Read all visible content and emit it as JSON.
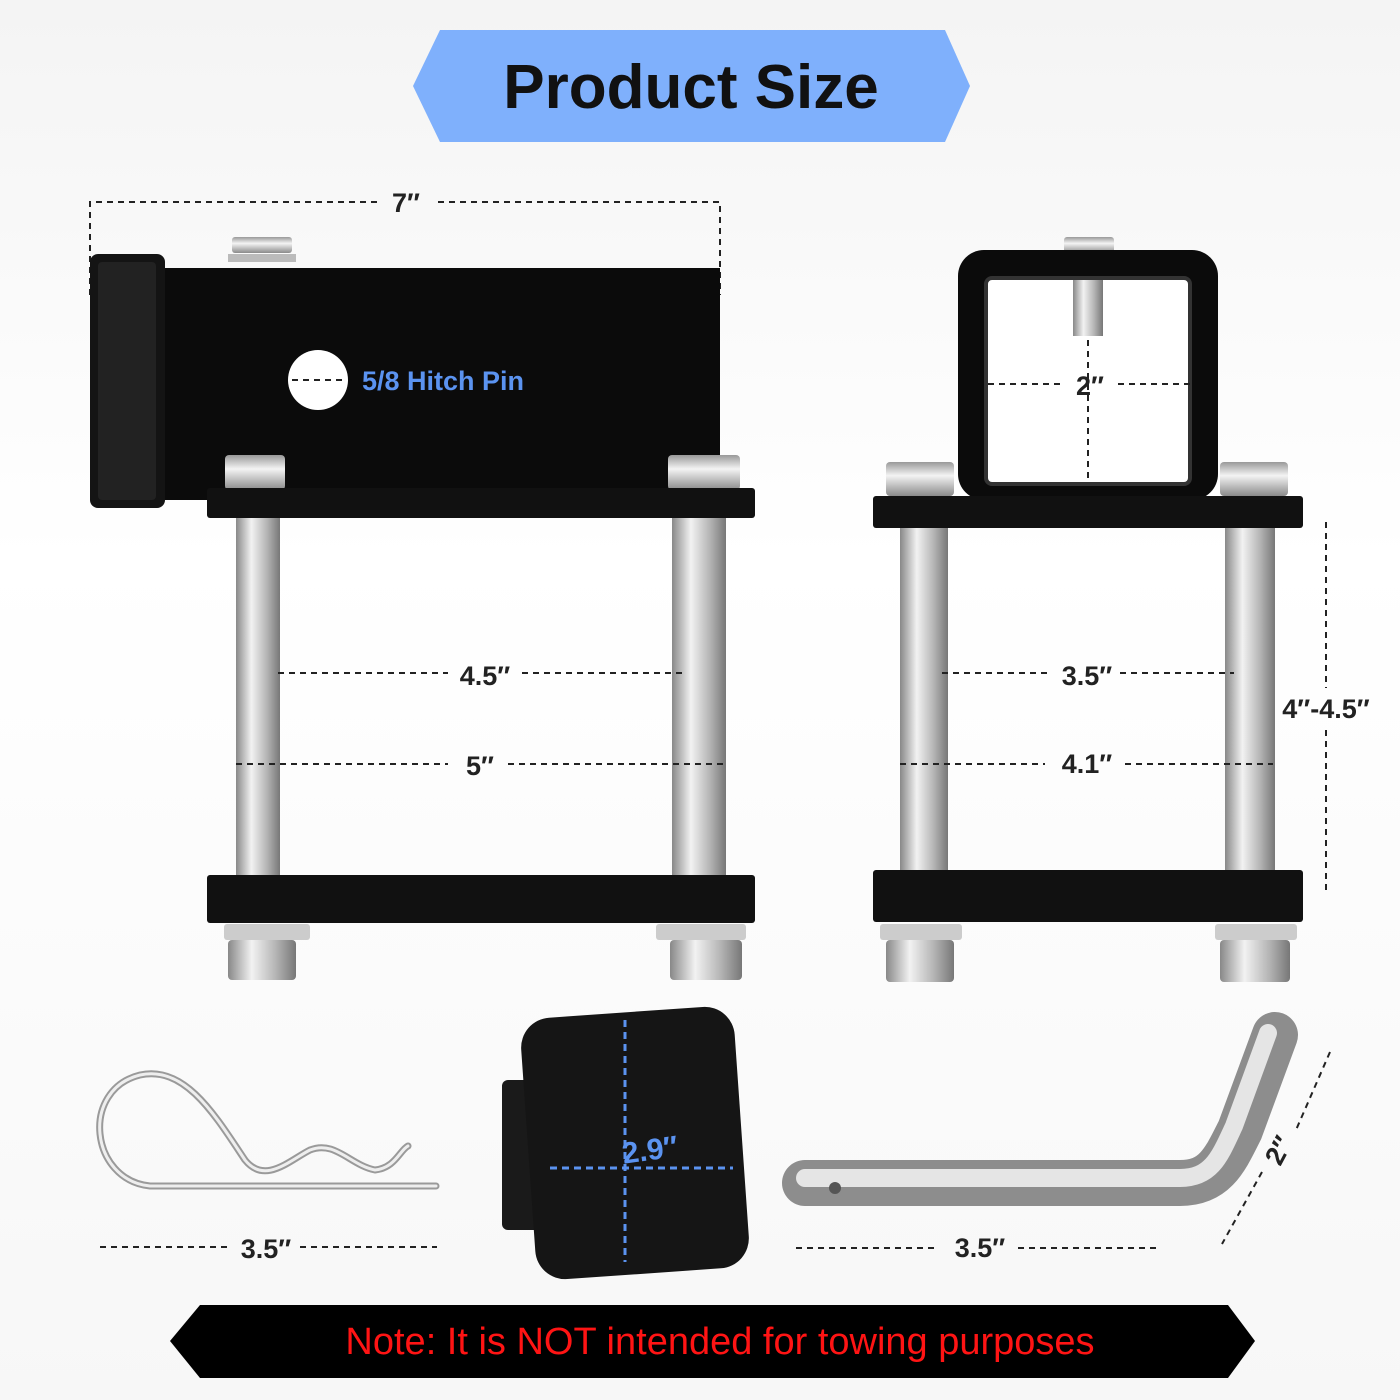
{
  "header": {
    "title": "Product Size"
  },
  "colors": {
    "banner": "#7fb0fc",
    "note_text": "#ff1414",
    "note_bg": "#000000",
    "accent_label": "#5b93f0"
  },
  "receiver_side_view": {
    "length": "7″",
    "pin_hole_label": "5/8 Hitch Pin",
    "inner_bolt_spacing": "4.5″",
    "outer_bolt_spacing": "5″"
  },
  "receiver_front_view": {
    "opening": "2″",
    "inner_bolt_spacing": "3.5″",
    "outer_bolt_spacing": "4.1″",
    "clamp_range": "4″-4.5″"
  },
  "accessories": {
    "clip_length": "3.5″",
    "cover_size": "2.9″",
    "pin_length": "3.5″",
    "pin_bend": "2″"
  },
  "footer": {
    "note": "Note: It is NOT intended for towing purposes"
  }
}
